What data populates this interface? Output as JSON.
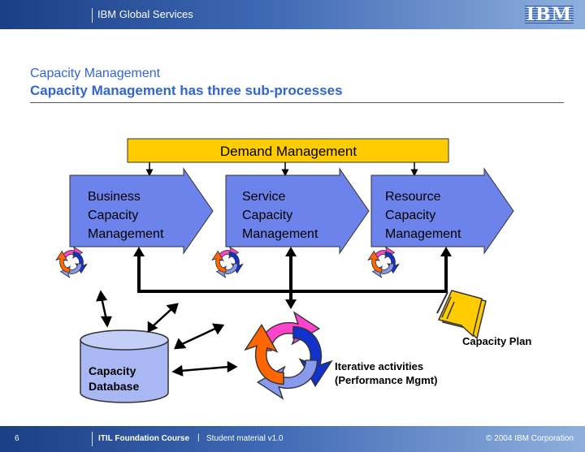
{
  "header": {
    "company": "IBM Global Services",
    "logo": "IBM"
  },
  "slide": {
    "title": "Capacity Management",
    "subtitle": "Capacity Management has three sub-processes"
  },
  "diagram": {
    "demand": "Demand Management",
    "processes": [
      {
        "line1": "Business",
        "line2": "Capacity",
        "line3": "Management"
      },
      {
        "line1": "Service",
        "line2": "Capacity",
        "line3": "Management"
      },
      {
        "line1": "Resource",
        "line2": "Capacity",
        "line3": "Management"
      }
    ],
    "database": {
      "line1": "Capacity",
      "line2": "Database"
    },
    "plan_label": "Capacity Plan",
    "iterative": {
      "line1": "Iterative activities",
      "line2": "(Performance Mgmt)"
    }
  },
  "footer": {
    "page": "6",
    "course": "ITIL Foundation Course",
    "separator": "|",
    "material": "Student material v1.0",
    "copyright": "© 2004 IBM Corporation"
  },
  "colors": {
    "demand_fill": "#ffcc00",
    "arrow_fill": "#6b83ea",
    "database_fill": "#a9b8f2",
    "plan_fill": "#ffcc00",
    "title_blue": "#3366cc"
  }
}
